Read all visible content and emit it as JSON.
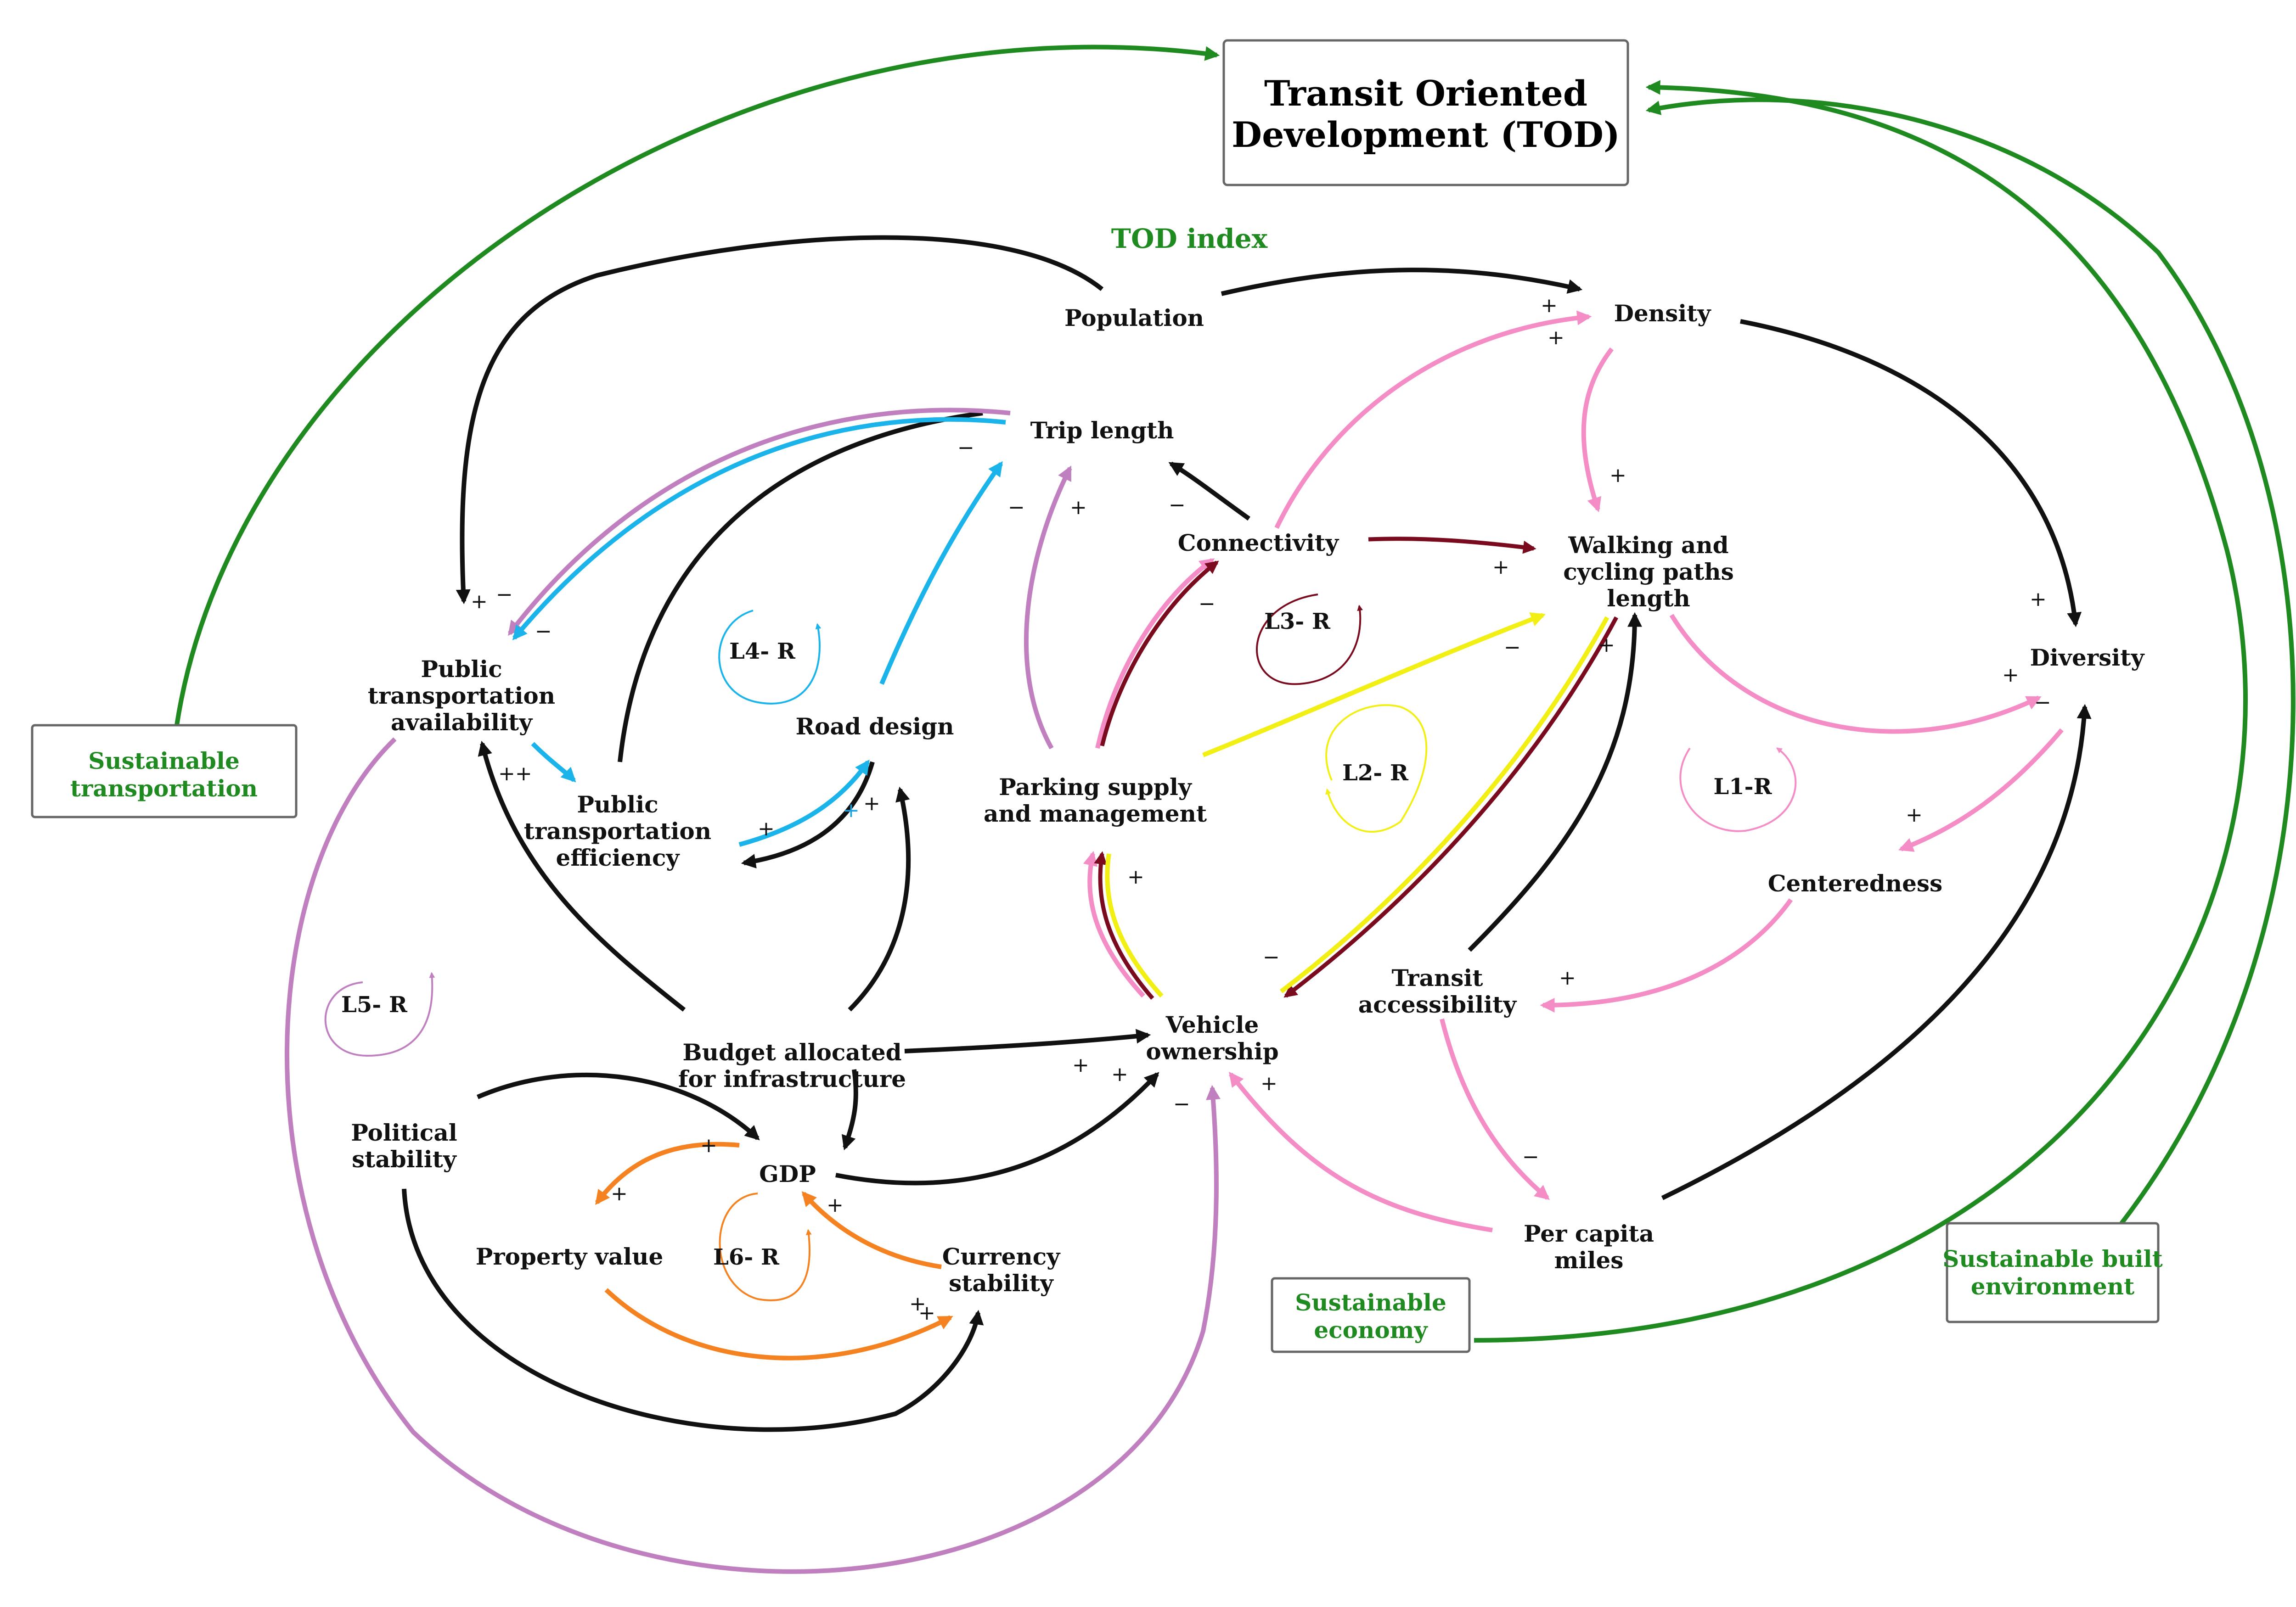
{
  "colors": {
    "black": "#111111",
    "pink": "#f48cc6",
    "purple": "#c080c0",
    "blue": "#1ab4ea",
    "orange": "#f58220",
    "maroon": "#7a0b1e",
    "yellow": "#f2ef15",
    "green": "#1f8a1f"
  },
  "title": {
    "line1": "Transit Oriented",
    "line2": "Development (TOD)"
  },
  "tod_index": "TOD index",
  "boxes": {
    "sustainable_transportation": [
      "Sustainable",
      "transportation"
    ],
    "sustainable_economy": [
      "Sustainable",
      "economy"
    ],
    "sustainable_built_environment": [
      "Sustainable built",
      "environment"
    ]
  },
  "nodes": {
    "population": "Population",
    "density": "Density",
    "trip_length": "Trip length",
    "connectivity": "Connectivity",
    "walking_cycling": [
      "Walking and",
      "cycling paths",
      "length"
    ],
    "diversity": "Diversity",
    "public_transport_availability": [
      "Public",
      "transportation",
      "availability"
    ],
    "public_transport_efficiency": [
      "Public",
      "transportation",
      "efficiency"
    ],
    "road_design": "Road design",
    "parking": [
      "Parking supply",
      "and management"
    ],
    "centeredness": "Centeredness",
    "transit_accessibility": [
      "Transit",
      "accessibility"
    ],
    "vehicle_ownership": [
      "Vehicle",
      "ownership"
    ],
    "budget": [
      "Budget allocated",
      "for infrastructure"
    ],
    "political_stability": [
      "Political",
      "stability"
    ],
    "gdp": "GDP",
    "property_value": "Property value",
    "currency_stability": [
      "Currency",
      "stability"
    ],
    "per_capita_miles": [
      "Per capita",
      "miles"
    ]
  },
  "loops": {
    "l1": "L1-R",
    "l2": "L2- R",
    "l3": "L3- R",
    "l4": "L4- R",
    "l5": "L5- R",
    "l6": "L6- R"
  },
  "signs": {
    "plus": "+",
    "minus": "−",
    "double_plus": "++"
  }
}
